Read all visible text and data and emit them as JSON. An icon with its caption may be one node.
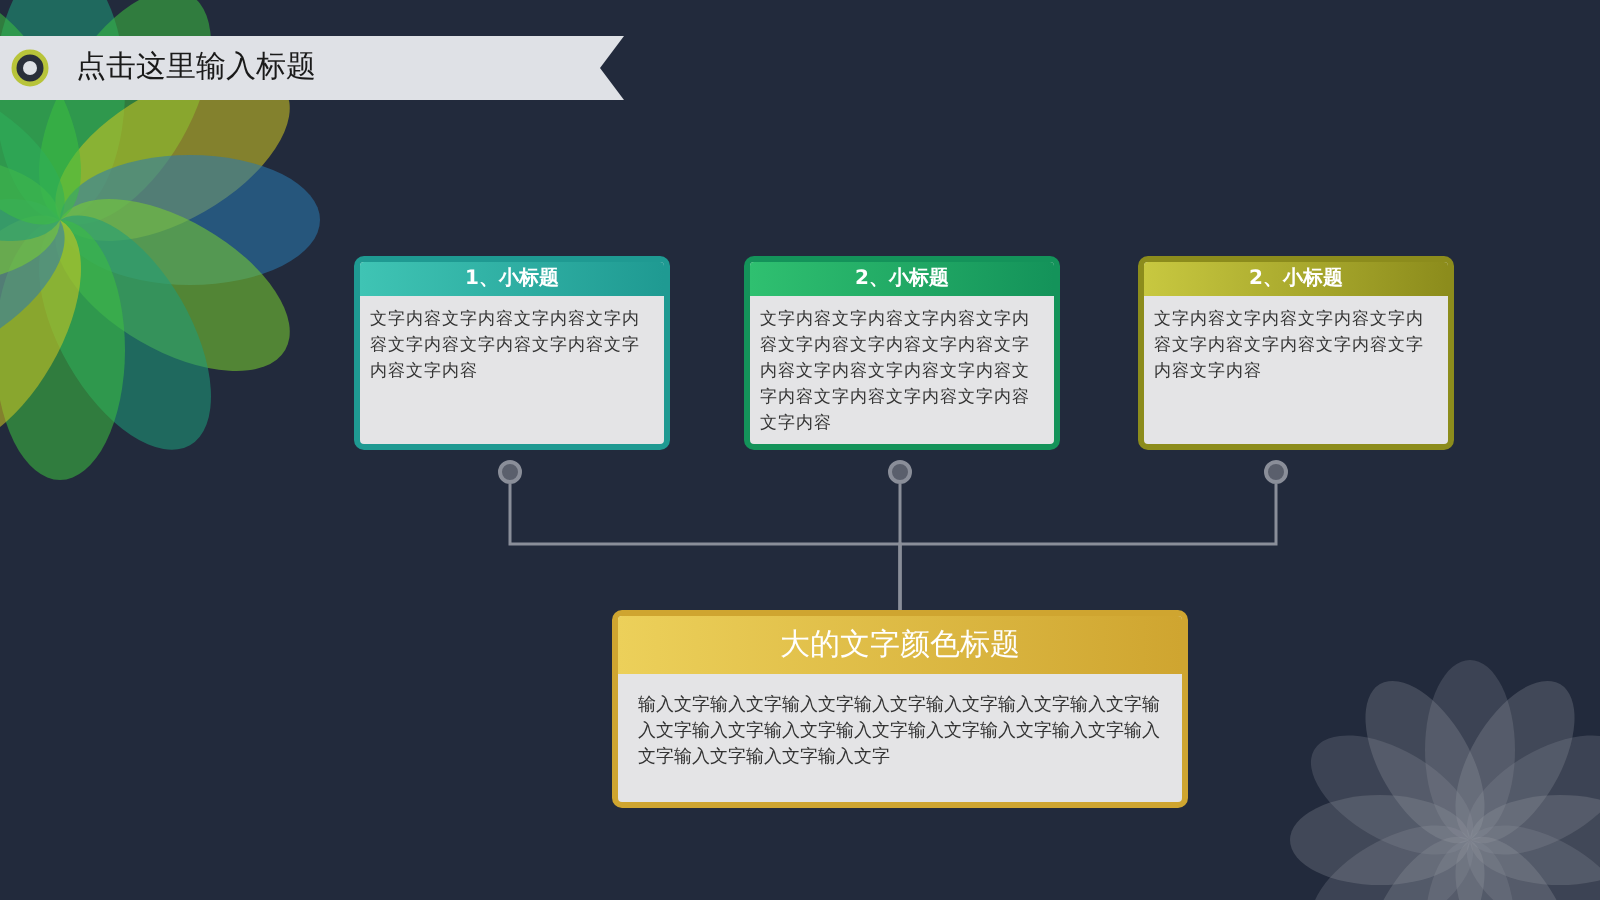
{
  "diagram": {
    "title": "点击这里输入标题",
    "nodes": [
      {
        "text": [
          "1、小标题",
          "文字内容文字内容文字内容文字内容文字内容文字内容文字内容文字内容文字内容"
        ]
      },
      {
        "text": [
          "2、小标题",
          "文字内容文字内容文字内容文字内容文字内容文字内容文字内容文字内容文字内容文字内容文字内容文字内容文字内容文字内容文字内容文字内容"
        ]
      },
      {
        "text": [
          "2、小标题",
          "文字内容文字内容文字内容文字内容文字内容文字内容文字内容文字内容文字内容"
        ]
      },
      {
        "text": [],
        "shape": "circle"
      },
      {
        "text": [],
        "shape": "circle"
      },
      {
        "text": [],
        "shape": "circle"
      },
      {
        "text": [
          "大的文字颜色标题",
          "输入文字输入文字输入文字输入文字输入文字输入文字输入文字输入文字输入文字输入文字输入文字输入文字输入文字输入文字输入文字输入文字输入文字输入文字"
        ]
      }
    ],
    "edges": [
      {
        "from": 3,
        "to": 6,
        "arrow": "none"
      },
      {
        "from": 4,
        "to": 6,
        "arrow": "none"
      },
      {
        "from": 5,
        "to": 6,
        "arrow": "none"
      }
    ]
  }
}
